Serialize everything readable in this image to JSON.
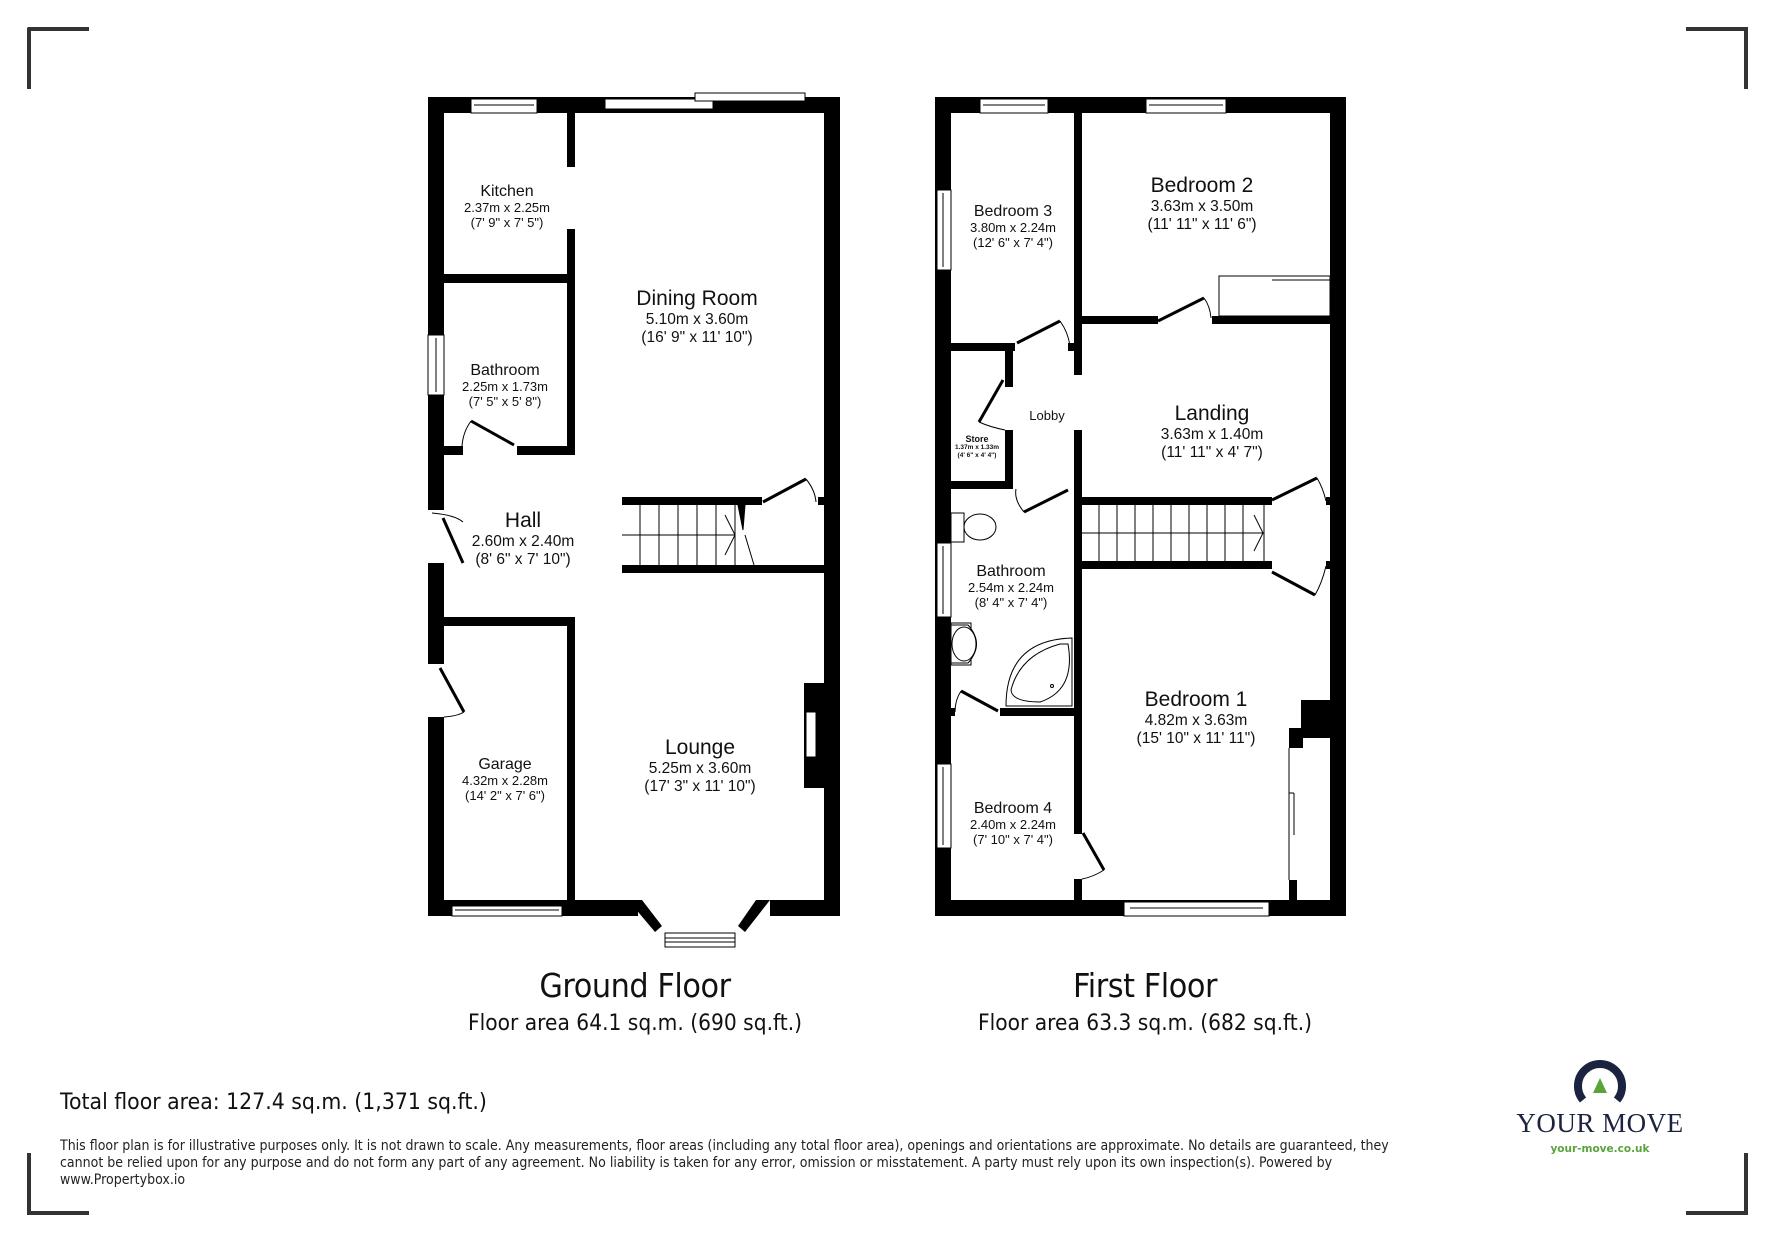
{
  "ground_floor": {
    "title": "Ground Floor",
    "area": "Floor area 64.1 sq.m. (690 sq.ft.)",
    "rooms": {
      "kitchen": {
        "name": "Kitchen",
        "metric": "2.37m x 2.25m",
        "imperial": "(7' 9\" x 7' 5\")"
      },
      "dining_room": {
        "name": "Dining Room",
        "metric": "5.10m x 3.60m",
        "imperial": "(16' 9\" x 11' 10\")"
      },
      "bathroom": {
        "name": "Bathroom",
        "metric": "2.25m x 1.73m",
        "imperial": "(7' 5\" x 5' 8\")"
      },
      "hall": {
        "name": "Hall",
        "metric": "2.60m x 2.40m",
        "imperial": "(8' 6\" x 7' 10\")"
      },
      "garage": {
        "name": "Garage",
        "metric": "4.32m x 2.28m",
        "imperial": "(14' 2\" x 7' 6\")"
      },
      "lounge": {
        "name": "Lounge",
        "metric": "5.25m x 3.60m",
        "imperial": "(17' 3\" x 11' 10\")"
      }
    }
  },
  "first_floor": {
    "title": "First Floor",
    "area": "Floor area 63.3 sq.m. (682 sq.ft.)",
    "rooms": {
      "bedroom_3": {
        "name": "Bedroom 3",
        "metric": "3.80m x 2.24m",
        "imperial": "(12' 6\" x 7' 4\")"
      },
      "bedroom_2": {
        "name": "Bedroom 2",
        "metric": "3.63m x 3.50m",
        "imperial": "(11' 11\" x 11' 6\")"
      },
      "lobby": {
        "name": "Lobby"
      },
      "store": {
        "name": "Store",
        "metric": "1.37m x 1.33m",
        "imperial": "(4' 6\" x 4' 4\")"
      },
      "landing": {
        "name": "Landing",
        "metric": "3.63m x 1.40m",
        "imperial": "(11' 11\" x 4' 7\")"
      },
      "bathroom": {
        "name": "Bathroom",
        "metric": "2.54m x 2.24m",
        "imperial": "(8' 4\" x 7' 4\")"
      },
      "bedroom_1": {
        "name": "Bedroom 1",
        "metric": "4.82m x 3.63m",
        "imperial": "(15' 10\" x 11' 11\")"
      },
      "bedroom_4": {
        "name": "Bedroom 4",
        "metric": "2.40m x 2.24m",
        "imperial": "(7' 10\" x 7' 4\")"
      }
    }
  },
  "total_area": "Total floor area: 127.4 sq.m. (1,371 sq.ft.)",
  "disclaimer": "This floor plan is for illustrative purposes only. It is not drawn to scale. Any measurements, floor areas (including any total floor area), openings and orientations are approximate. No details are guaranteed, they cannot be relied upon for any purpose and do not form any part of any agreement. No liability is taken for any error, omission or misstatement. A party must rely upon its own inspection(s). Powered by www.Propertybox.io",
  "logo": {
    "name": "YOUR MOVE",
    "url": "your-move.co.uk",
    "colors": {
      "navy": "#1c2340",
      "green": "#5aa33a"
    }
  }
}
